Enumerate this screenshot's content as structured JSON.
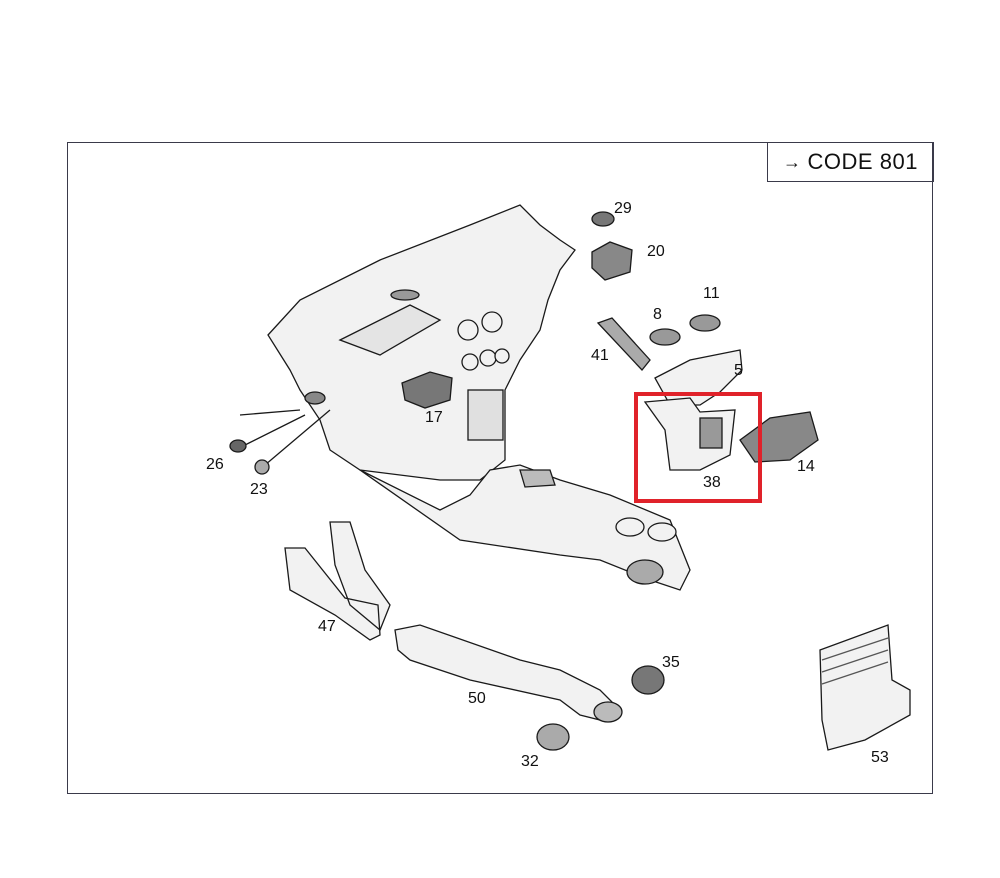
{
  "code_box": {
    "arrow": "→",
    "text": "CODE 801"
  },
  "highlight_color": "#e0222a",
  "part_labels": {
    "p29": "29",
    "p20": "20",
    "p11": "11",
    "p8": "8",
    "p41": "41",
    "p5": "5",
    "p17": "17",
    "p26": "26",
    "p23": "23",
    "p38": "38",
    "p14": "14",
    "p47": "47",
    "p50": "50",
    "p35": "35",
    "p32": "32",
    "p53": "53"
  }
}
